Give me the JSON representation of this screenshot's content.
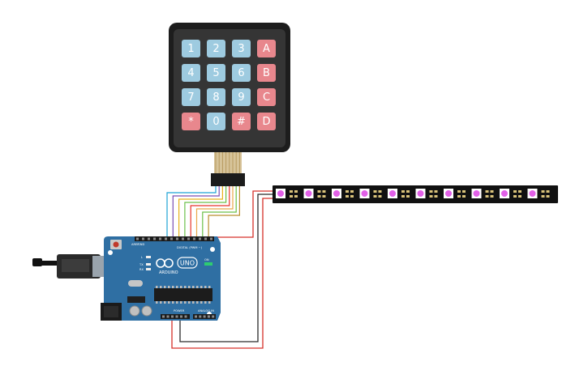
{
  "keypad": {
    "rows": [
      [
        {
          "label": "1",
          "kind": "digit"
        },
        {
          "label": "2",
          "kind": "digit"
        },
        {
          "label": "3",
          "kind": "digit"
        },
        {
          "label": "A",
          "kind": "letter"
        }
      ],
      [
        {
          "label": "4",
          "kind": "digit"
        },
        {
          "label": "5",
          "kind": "digit"
        },
        {
          "label": "6",
          "kind": "digit"
        },
        {
          "label": "B",
          "kind": "letter"
        }
      ],
      [
        {
          "label": "7",
          "kind": "digit"
        },
        {
          "label": "8",
          "kind": "digit"
        },
        {
          "label": "9",
          "kind": "digit"
        },
        {
          "label": "C",
          "kind": "letter"
        }
      ],
      [
        {
          "label": "*",
          "kind": "symbol"
        },
        {
          "label": "0",
          "kind": "digit"
        },
        {
          "label": "#",
          "kind": "symbol"
        },
        {
          "label": "D",
          "kind": "letter"
        }
      ]
    ],
    "colors": {
      "digit": "#9ecbe0",
      "letter": "#e8878d",
      "symbol": "#e8878d",
      "frame": "#1d1d1d",
      "face": "#353535"
    }
  },
  "keypad_wires": [
    "#1fa3d6",
    "#7a4fb5",
    "#e8b21c",
    "#6cc04a",
    "#e8342a",
    "#e8a84a",
    "#6cc04a",
    "#b98f2e"
  ],
  "led_strip": {
    "led_count": 10,
    "led_color": "#e260e8",
    "strip_color": "#111111"
  },
  "arduino": {
    "brand": "ARDUINO",
    "model": "UNO",
    "digital_header": "DIGITAL (PWM ~)",
    "power_header": "POWER",
    "analog_header": "ANALOG IN",
    "tx_label": "TX",
    "rx_label": "RX",
    "l_label": "L",
    "on_label": "ON",
    "aref_label": "AREF",
    "gnd_label": "GND",
    "board_color": "#2f6fa3"
  },
  "power_wires": {
    "vcc": "#d6312a",
    "gnd": "#2b2b2b",
    "data": "#d6312a"
  }
}
